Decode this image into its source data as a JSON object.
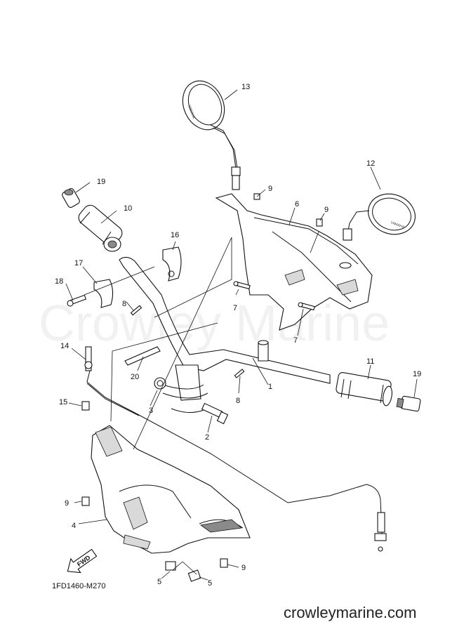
{
  "watermark": "Crowley Marine",
  "diagram_code": "1FD1460-M270",
  "site_url": "crowleymarine.com",
  "fwd_label": "FWD",
  "mirror_brand": "YAMAHA",
  "callouts": [
    "1",
    "2",
    "3",
    "4",
    "5",
    "5",
    "6",
    "7",
    "7",
    "8",
    "8",
    "9",
    "9",
    "9",
    "9",
    "10",
    "11",
    "12",
    "13",
    "14",
    "15",
    "16",
    "17",
    "18",
    "19",
    "19",
    "20"
  ]
}
